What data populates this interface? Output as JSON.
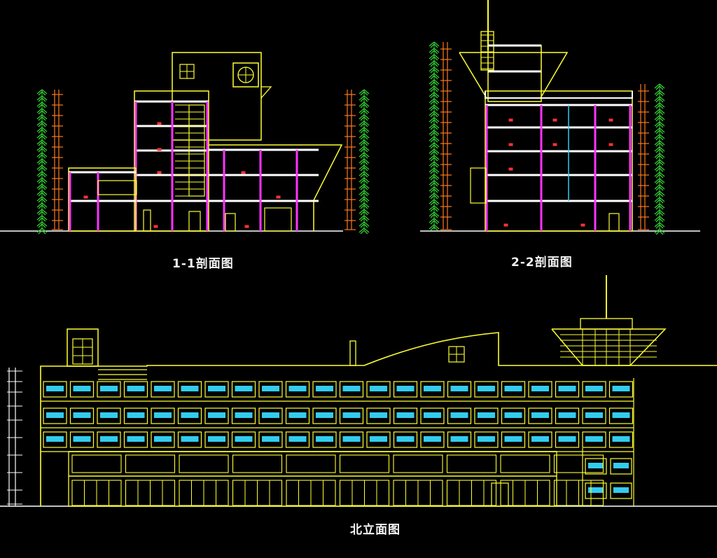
{
  "drawing": {
    "background": "#000000",
    "colors": {
      "outline": "#ffff33",
      "column": "#ff33ff",
      "slab": "#ffffff",
      "glass": "#33ccee",
      "dimension": "#ff7a1a",
      "tree": "#33cc33",
      "room_tag": "#ff3333"
    }
  },
  "captions": {
    "section_1": "1-1剖面图",
    "section_2": "2-2剖面图",
    "north_elevation": "北立面图"
  }
}
